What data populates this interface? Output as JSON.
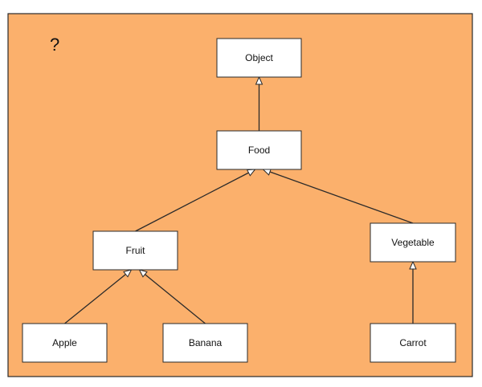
{
  "diagram": {
    "background_color": "#fbb06c",
    "border_color": "#2a2a2a",
    "box_fill": "#ffffff",
    "line_color": "#2a2a2a",
    "corner_mark": "?",
    "nodes": [
      {
        "id": "object",
        "label": "Object"
      },
      {
        "id": "food",
        "label": "Food"
      },
      {
        "id": "fruit",
        "label": "Fruit"
      },
      {
        "id": "vegetable",
        "label": "Vegetable"
      },
      {
        "id": "apple",
        "label": "Apple"
      },
      {
        "id": "banana",
        "label": "Banana"
      },
      {
        "id": "carrot",
        "label": "Carrot"
      }
    ],
    "edges": [
      {
        "from": "food",
        "to": "object",
        "arrowhead": "hollow-triangle"
      },
      {
        "from": "fruit",
        "to": "food",
        "arrowhead": "hollow-triangle"
      },
      {
        "from": "vegetable",
        "to": "food",
        "arrowhead": "hollow-triangle"
      },
      {
        "from": "apple",
        "to": "fruit",
        "arrowhead": "hollow-triangle"
      },
      {
        "from": "banana",
        "to": "fruit",
        "arrowhead": "hollow-triangle"
      },
      {
        "from": "carrot",
        "to": "vegetable",
        "arrowhead": "hollow-triangle"
      }
    ]
  }
}
